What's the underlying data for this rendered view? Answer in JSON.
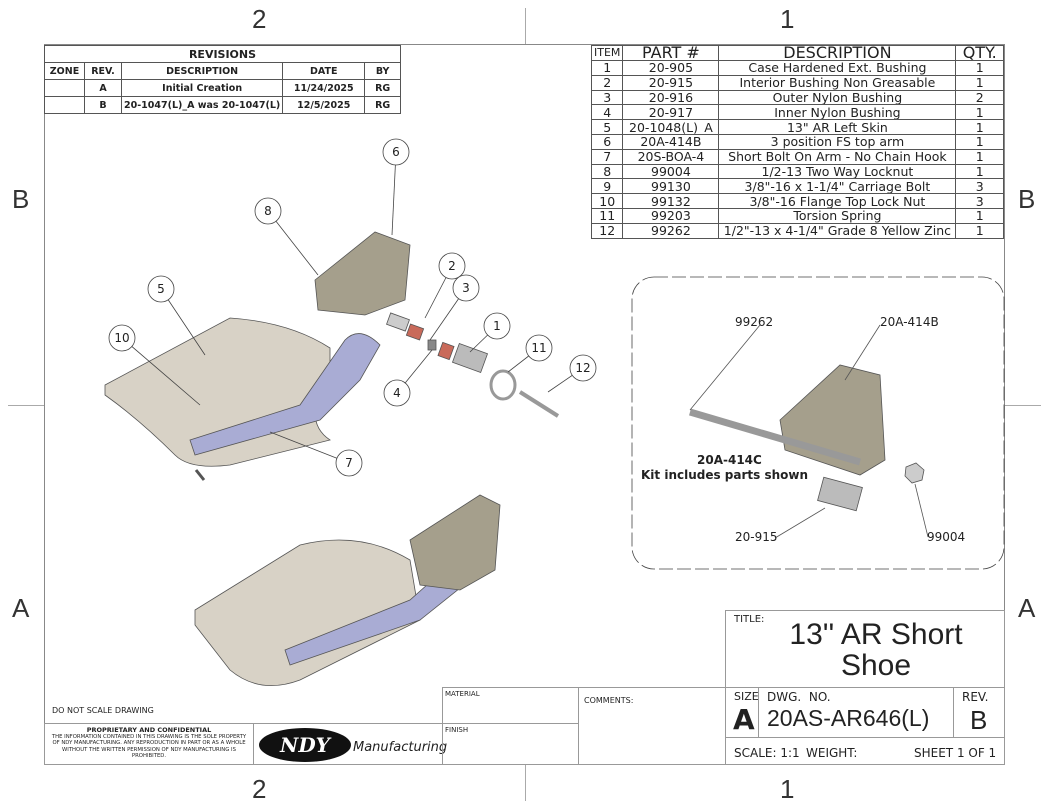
{
  "zones": {
    "top": [
      "2",
      "1"
    ],
    "side": [
      "B",
      "A"
    ]
  },
  "revisions": {
    "title": "REVISIONS",
    "headers": [
      "ZONE",
      "REV.",
      "DESCRIPTION",
      "DATE",
      "BY"
    ],
    "rows": [
      [
        "",
        "A",
        "Initial Creation",
        "11/24/2025",
        "RG"
      ],
      [
        "",
        "B",
        "20-1047(L)_A was 20-1047(L)",
        "12/5/2025",
        "RG"
      ]
    ]
  },
  "bom": {
    "headers": [
      "ITEM",
      "PART #",
      "DESCRIPTION",
      "QTY."
    ],
    "rows": [
      [
        "1",
        "20-905",
        "Case Hardened Ext. Bushing",
        "1"
      ],
      [
        "2",
        "20-915",
        "Interior Bushing Non Greasable",
        "1"
      ],
      [
        "3",
        "20-916",
        "Outer Nylon Bushing",
        "2"
      ],
      [
        "4",
        "20-917",
        "Inner Nylon Bushing",
        "1"
      ],
      [
        "5",
        "20-1048(L)_A",
        "13\" AR Left Skin",
        "1"
      ],
      [
        "6",
        "20A-414B",
        "3 position FS top arm",
        "1"
      ],
      [
        "7",
        "20S-BOA-4",
        "Short Bolt On Arm - No Chain Hook",
        "1"
      ],
      [
        "8",
        "99004",
        "1/2-13 Two Way Locknut",
        "1"
      ],
      [
        "9",
        "99130",
        "3/8\"-16 x 1-1/4\" Carriage Bolt",
        "3"
      ],
      [
        "10",
        "99132",
        "3/8\"-16 Flange Top Lock Nut",
        "3"
      ],
      [
        "11",
        "99203",
        "Torsion Spring",
        "1"
      ],
      [
        "12",
        "99262",
        "1/2\"-13 x 4-1/4\" Grade 8 Yellow Zinc",
        "1"
      ]
    ]
  },
  "balloons": [
    "6",
    "8",
    "2",
    "3",
    "5",
    "1",
    "10",
    "11",
    "12",
    "4",
    "7"
  ],
  "kit": {
    "label_bolt": "99262",
    "label_arm": "20A-414B",
    "kit_title": "20A-414C",
    "kit_sub": "Kit includes parts shown",
    "label_bushing": "20-915",
    "label_nut": "99004"
  },
  "title_block": {
    "title_label": "TITLE:",
    "title": "13'' AR Short Shoe",
    "size_label": "SIZE",
    "size": "A",
    "dwg_label": "DWG.  NO.",
    "dwg_no": "20AS-AR646(L)",
    "rev_label": "REV.",
    "rev": "B",
    "scale": "SCALE: 1:1",
    "weight": "WEIGHT:",
    "sheet": "SHEET 1 OF 1",
    "material": "MATERIAL",
    "finish": "FINISH",
    "comments": "COMMENTS:"
  },
  "notes": {
    "do_not_scale": "DO NOT SCALE DRAWING",
    "prop_title": "PROPRIETARY AND CONFIDENTIAL",
    "prop_text": "THE INFORMATION CONTAINED IN THIS DRAWING IS THE SOLE PROPERTY OF NDY MANUFACTURING. ANY REPRODUCTION IN PART OR AS A WHOLE WITHOUT THE WRITTEN PERMISSION OF NDY MANUFACTURING IS PROHIBITED.",
    "logo_text": "NDY",
    "logo_sub": "Manufacturing"
  },
  "colors": {
    "skin": "#d8d2c6",
    "arm": "#a9acd4",
    "bushing": "#c96a5a"
  }
}
